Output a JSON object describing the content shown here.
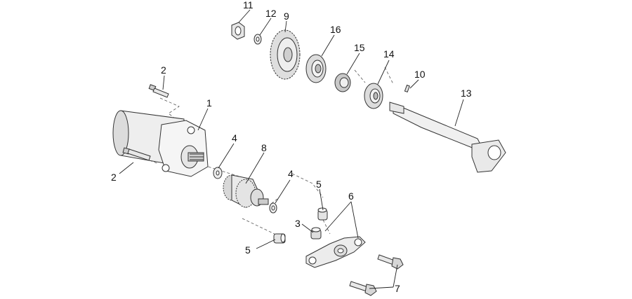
{
  "diagram": {
    "callouts": [
      {
        "id": "1",
        "label": "1"
      },
      {
        "id": "2a",
        "label": "2"
      },
      {
        "id": "2b",
        "label": "2"
      },
      {
        "id": "3",
        "label": "3"
      },
      {
        "id": "4a",
        "label": "4"
      },
      {
        "id": "4b",
        "label": "4"
      },
      {
        "id": "5a",
        "label": "5"
      },
      {
        "id": "5b",
        "label": "5"
      },
      {
        "id": "6",
        "label": "6"
      },
      {
        "id": "7",
        "label": "7"
      },
      {
        "id": "8",
        "label": "8"
      },
      {
        "id": "9",
        "label": "9"
      },
      {
        "id": "10",
        "label": "10"
      },
      {
        "id": "11",
        "label": "11"
      },
      {
        "id": "12",
        "label": "12"
      },
      {
        "id": "13",
        "label": "13"
      },
      {
        "id": "14",
        "label": "14"
      },
      {
        "id": "15",
        "label": "15"
      },
      {
        "id": "16",
        "label": "16"
      }
    ],
    "colors": {
      "line": "#222222",
      "fill": "#f2f2f2",
      "shade": "#d6d6d6",
      "dark": "#9a9a9a"
    }
  }
}
